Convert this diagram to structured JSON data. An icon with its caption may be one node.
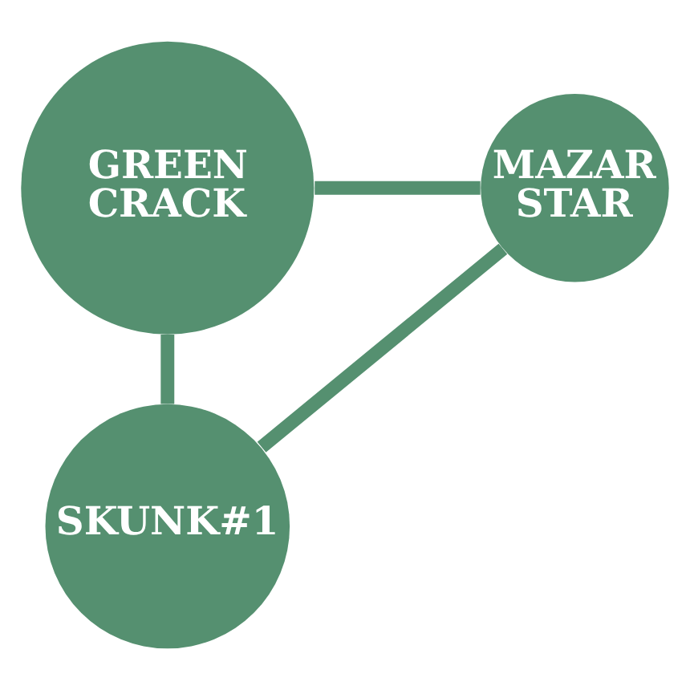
{
  "diagram": {
    "nodes": [
      {
        "text": [
          "GREEN CRACK"
        ]
      },
      {
        "text": [
          "MAZAR STAR"
        ]
      },
      {
        "text": [
          "SKUNK#1"
        ]
      }
    ],
    "edges": [
      {
        "from": 0,
        "to": 1,
        "arrow": "none"
      },
      {
        "from": 0,
        "to": 2,
        "arrow": "none"
      },
      {
        "from": 2,
        "to": 1,
        "arrow": "none"
      }
    ]
  }
}
